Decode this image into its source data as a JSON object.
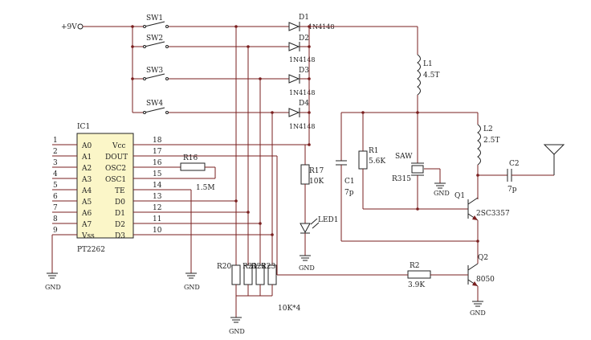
{
  "supply": {
    "label": "+9V"
  },
  "switches": [
    "SW1",
    "SW2",
    "SW3",
    "SW4"
  ],
  "diodes": [
    {
      "ref": "D1",
      "part": "1N4148"
    },
    {
      "ref": "D2",
      "part": "1N4148"
    },
    {
      "ref": "D3",
      "part": "1N4148"
    },
    {
      "ref": "D4",
      "part": "1N4148"
    }
  ],
  "ic": {
    "ref": "IC1",
    "name": "PT2262",
    "left_pins": [
      {
        "num": "1",
        "name": "A0"
      },
      {
        "num": "2",
        "name": "A1"
      },
      {
        "num": "3",
        "name": "A2"
      },
      {
        "num": "4",
        "name": "A3"
      },
      {
        "num": "5",
        "name": "A4"
      },
      {
        "num": "6",
        "name": "A5"
      },
      {
        "num": "7",
        "name": "A6"
      },
      {
        "num": "8",
        "name": "A7"
      },
      {
        "num": "9",
        "name": "Vss"
      }
    ],
    "right_pins": [
      {
        "num": "18",
        "name": "Vcc"
      },
      {
        "num": "17",
        "name": "DOUT"
      },
      {
        "num": "16",
        "name": "OSC2"
      },
      {
        "num": "15",
        "name": "OSC1"
      },
      {
        "num": "14",
        "name": "TE"
      },
      {
        "num": "13",
        "name": "D0"
      },
      {
        "num": "12",
        "name": "D1"
      },
      {
        "num": "11",
        "name": "D2"
      },
      {
        "num": "10",
        "name": "D3"
      }
    ]
  },
  "r16": {
    "ref": "R16",
    "value": "1.5M"
  },
  "inductors": [
    {
      "ref": "L1",
      "value": "4.5T"
    },
    {
      "ref": "L2",
      "value": "2.5T"
    }
  ],
  "r1": {
    "ref": "R1",
    "value": "5.6K"
  },
  "saw": {
    "label": "SAW",
    "part": "R315"
  },
  "c1": {
    "ref": "C1",
    "value": "7p"
  },
  "c2": {
    "ref": "C2",
    "value": "7p"
  },
  "r17": {
    "ref": "R17",
    "value": "10K"
  },
  "led": {
    "ref": "LED1"
  },
  "q1": {
    "ref": "Q1",
    "part": "2SC3357"
  },
  "q2": {
    "ref": "Q2",
    "part": "8050"
  },
  "r2": {
    "ref": "R2",
    "value": "3.9K"
  },
  "pulldowns": {
    "refs": [
      "R20",
      "R21",
      "R22",
      "R23"
    ],
    "value": "10K*4"
  },
  "gnd_label": "GND"
}
